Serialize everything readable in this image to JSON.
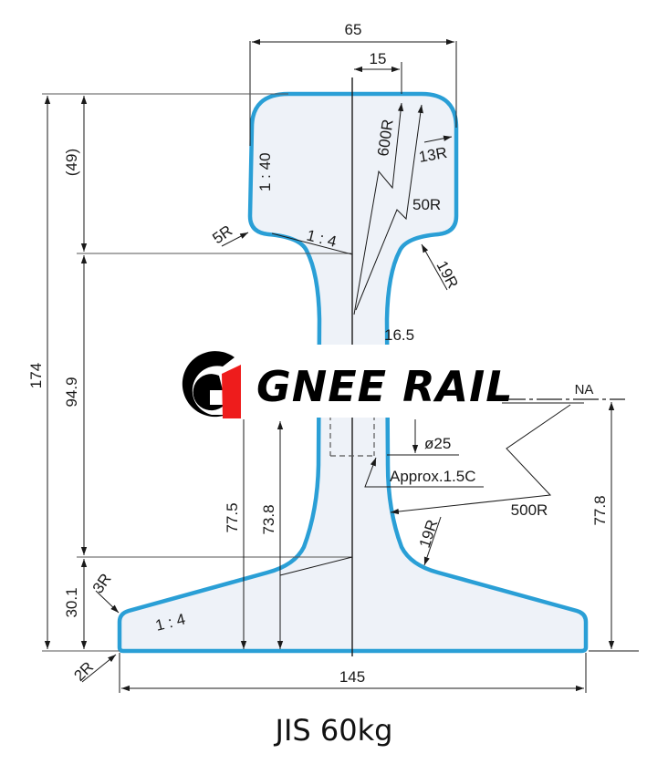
{
  "drawing": {
    "title": "JIS 60kg",
    "colors": {
      "profile_stroke": "#2a9fd6",
      "profile_fill": "#eef2f8",
      "dimension_line": "#1a1a1a",
      "logo_red": "#ee1c1c",
      "logo_black": "#000000"
    },
    "dimensions": {
      "head_width": "65",
      "head_offset": "15",
      "total_height": "174",
      "head_height": "(49)",
      "web_height": "94.9",
      "base_height": "30.1",
      "base_width": "145",
      "na_height_right": "77.8",
      "height_77_5": "77.5",
      "height_73_8": "73.8",
      "web_thickness": "16.5",
      "bolt_hole": "ø25"
    },
    "radii": {
      "r600": "600R",
      "r13": "13R",
      "r50": "50R",
      "r5": "5R",
      "r19_head": "19R",
      "r19_base": "19R",
      "r500": "500R",
      "r3": "3R",
      "r2": "2R"
    },
    "slopes": {
      "head_side": "1 : 40",
      "head_under": "1 : 4",
      "base_top": "1 : 4"
    },
    "notes": {
      "chamfer": "Approx.1.5C",
      "neutral_axis": "NA"
    },
    "logo": {
      "text": "GNEE RAIL",
      "mark": "G1"
    }
  }
}
